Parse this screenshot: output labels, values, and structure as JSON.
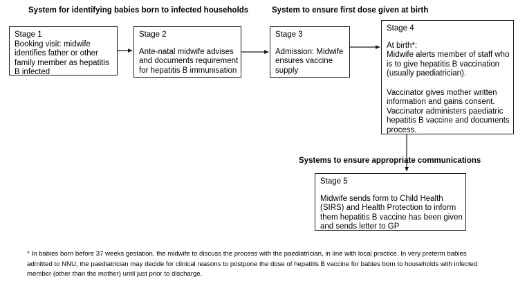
{
  "document": {
    "title": "Hepatitis B birth dose pathway flowchart"
  },
  "headings": {
    "households": "System for identifying babies born to infected households",
    "first_dose": "System to ensure first dose given at birth",
    "communications": "Systems to ensure appropriate communications"
  },
  "stages": [
    {
      "id": "stage-1",
      "title": "Stage 1",
      "gap_after_title": false,
      "body": "Booking visit: midwife\nidentifies father or other\nfamily member as hepatitis\nB infected"
    },
    {
      "id": "stage-2",
      "title": "Stage 2",
      "gap_after_title": true,
      "body": "Ante-natal midwife advises\nand documents requirement\nfor hepatitis B immunisation"
    },
    {
      "id": "stage-3",
      "title": "Stage 3",
      "gap_after_title": true,
      "body": "Admission:  Midwife\nensures vaccine\nsupply"
    },
    {
      "id": "stage-4",
      "title": "Stage 4",
      "gap_after_title": true,
      "body": "At birth*:\nMidwife alerts member of staff who\nis to give hepatitis B vaccination\n(usually paediatrician).\n\nVaccinator gives mother written\ninformation and gains consent.\nVaccinator administers paediatric\nhepatitis B vaccine and documents\nprocess."
    },
    {
      "id": "stage-5",
      "title": "Stage 5",
      "gap_after_title": true,
      "body": "Midwife sends form to Child Health\n(SIRS) and Health Protection to inform\nthem hepatitis B vaccine has been given\nand sends letter to GP"
    }
  ],
  "connectors": [
    {
      "name": "arrow-stage1-to-stage2",
      "type": "horizontal-arrow"
    },
    {
      "name": "arrow-stage2-to-stage3",
      "type": "horizontal-arrow"
    },
    {
      "name": "arrow-stage3-to-stage4",
      "type": "horizontal-arrow"
    },
    {
      "name": "arrow-stage4-to-stage5",
      "type": "vertical-arrow"
    }
  ],
  "footnote": {
    "marker": "*",
    "text": "* In babies born before 37 weeks gestation, the midwife to discuss the process with the paediatrician, in line with local practice. In very preterm babies\nadmitted to NNU, the paediatrician may decide for clinical reasons to postpone the dose of hepatitis B vaccine for babies born to households with infected\nmember (other than the mother) until just prior to discharge."
  },
  "colors": {
    "background": "#ffffff",
    "text": "#000000",
    "box_border": "#1b1b1b",
    "connector": "#1b1b1b"
  }
}
